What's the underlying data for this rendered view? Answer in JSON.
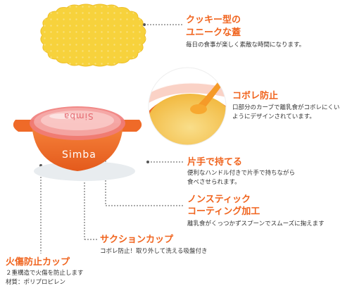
{
  "features": {
    "lid": {
      "title_line1": "クッキー型の",
      "title_line2": "ユニークな蓋",
      "desc_line1": "毎日の食事が楽しく素敵な時間になります。"
    },
    "anti_spill": {
      "title_line1": "コボレ防止",
      "desc_line1": "口部分のカーブで離乳食がコボレにくい",
      "desc_line2": "ようにデザインされています。"
    },
    "handle": {
      "title_line1": "片手で持てる",
      "desc_line1": "便利なハンドル付きで片手で持ちながら",
      "desc_line2": "食べさせられます。"
    },
    "nonstick": {
      "title_line1": "ノンスティック",
      "title_line2": "コーティング加工",
      "desc_line1": "離乳食がくっつかずスプーンでスムーズに掬えます"
    },
    "suction": {
      "title_line1": "サクションカップ",
      "desc_line1": "コボレ防止！取り外して洗える吸盤付き"
    },
    "burn_guard": {
      "title_line1": "火傷防止カップ",
      "desc_line1": "２重構造で火傷を防止します",
      "desc_line2": "材質：ポリプロピレン"
    }
  },
  "product": {
    "brand_text_bowl": "Simba",
    "brand_text_lid": "Simba"
  },
  "colors": {
    "accent": "#f0641e",
    "bowl_orange": "#ef6a28",
    "lid_yellow": "#f7d23c",
    "text": "#333333"
  }
}
